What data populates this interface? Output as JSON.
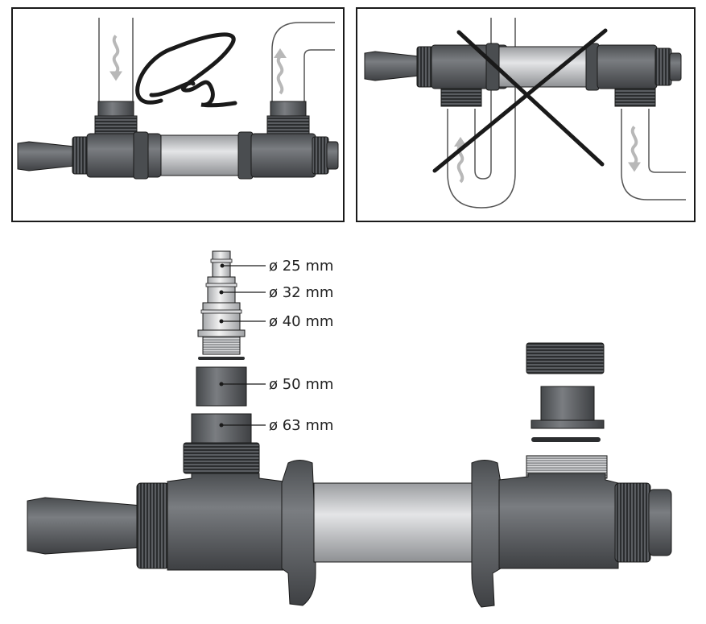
{
  "colors": {
    "body_dark": "#55585c",
    "body_mid": "#6d7074",
    "nut_dark": "#303234",
    "quartz": "#c9cbce",
    "outline": "#1a1a1a",
    "arrow": "#b8b8b8"
  },
  "panels": [
    {
      "name": "correct-installation",
      "crossed_out": false,
      "icons": [
        "flow-down-arrow-icon",
        "flow-up-arrow-icon",
        "squiggle-mark-icon"
      ]
    },
    {
      "name": "incorrect-installation",
      "crossed_out": true,
      "icons": [
        "flow-up-arrow-icon",
        "flow-down-arrow-icon",
        "cross-mark-icon"
      ]
    }
  ],
  "dimensions": [
    {
      "id": "d25",
      "label": "ø 25 mm"
    },
    {
      "id": "d32",
      "label": "ø 32 mm"
    },
    {
      "id": "d40",
      "label": "ø 40 mm"
    },
    {
      "id": "d50",
      "label": "ø 50 mm"
    },
    {
      "id": "d63",
      "label": "ø 63 mm"
    }
  ]
}
